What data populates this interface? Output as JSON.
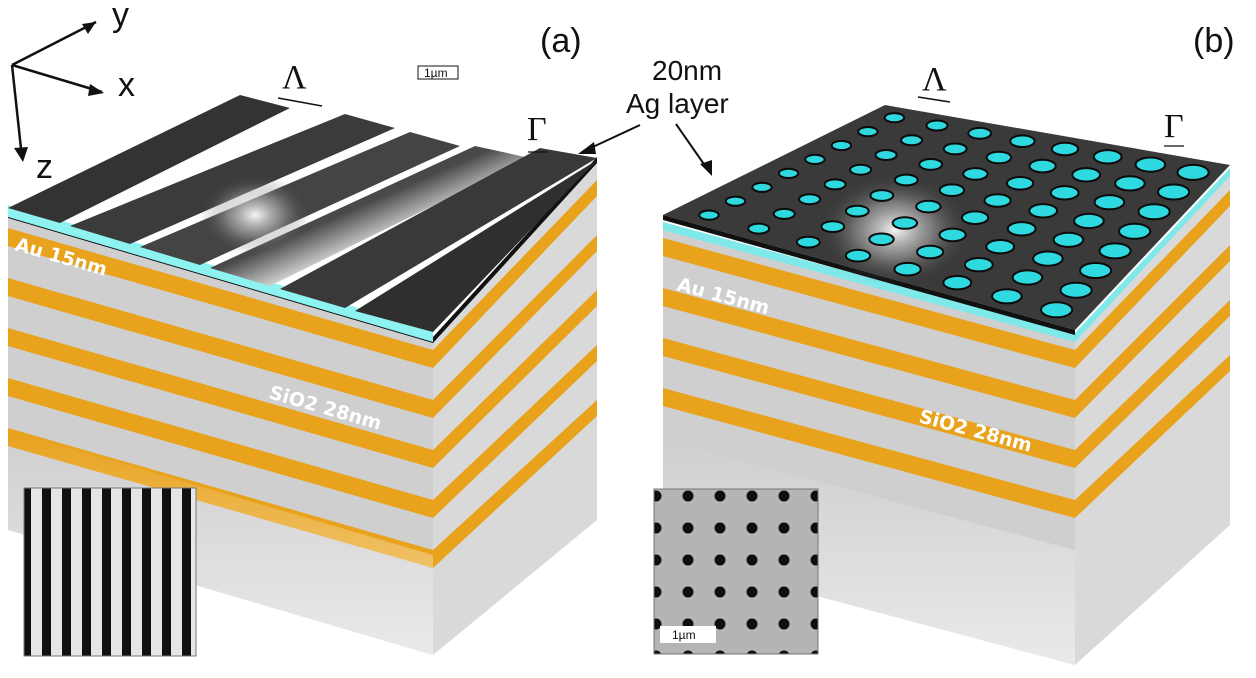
{
  "axes": {
    "x": "x",
    "y": "y",
    "z": "z"
  },
  "panel_a": {
    "label": "(a)",
    "period_symbol": "Λ",
    "gap_symbol": "Γ",
    "au_label": "Au 15nm",
    "sio2_label": "SiO2 28nm",
    "scale_label": "1µm",
    "structure": "grating-stripes"
  },
  "panel_b": {
    "label": "(b)",
    "period_symbol": "Λ",
    "gap_symbol": "Γ",
    "au_label": "Au 15nm",
    "sio2_label": "SiO2 28nm",
    "scale_label": "1µm",
    "structure": "hole-array"
  },
  "shared": {
    "ag_label_line1": "20nm",
    "ag_label_line2": "Ag layer"
  },
  "colors": {
    "gold": "#e8a21c",
    "silica": "#c9c9c9",
    "silver_cap": "#3a3a3a",
    "cyan_gap": "#8ef2f0"
  }
}
